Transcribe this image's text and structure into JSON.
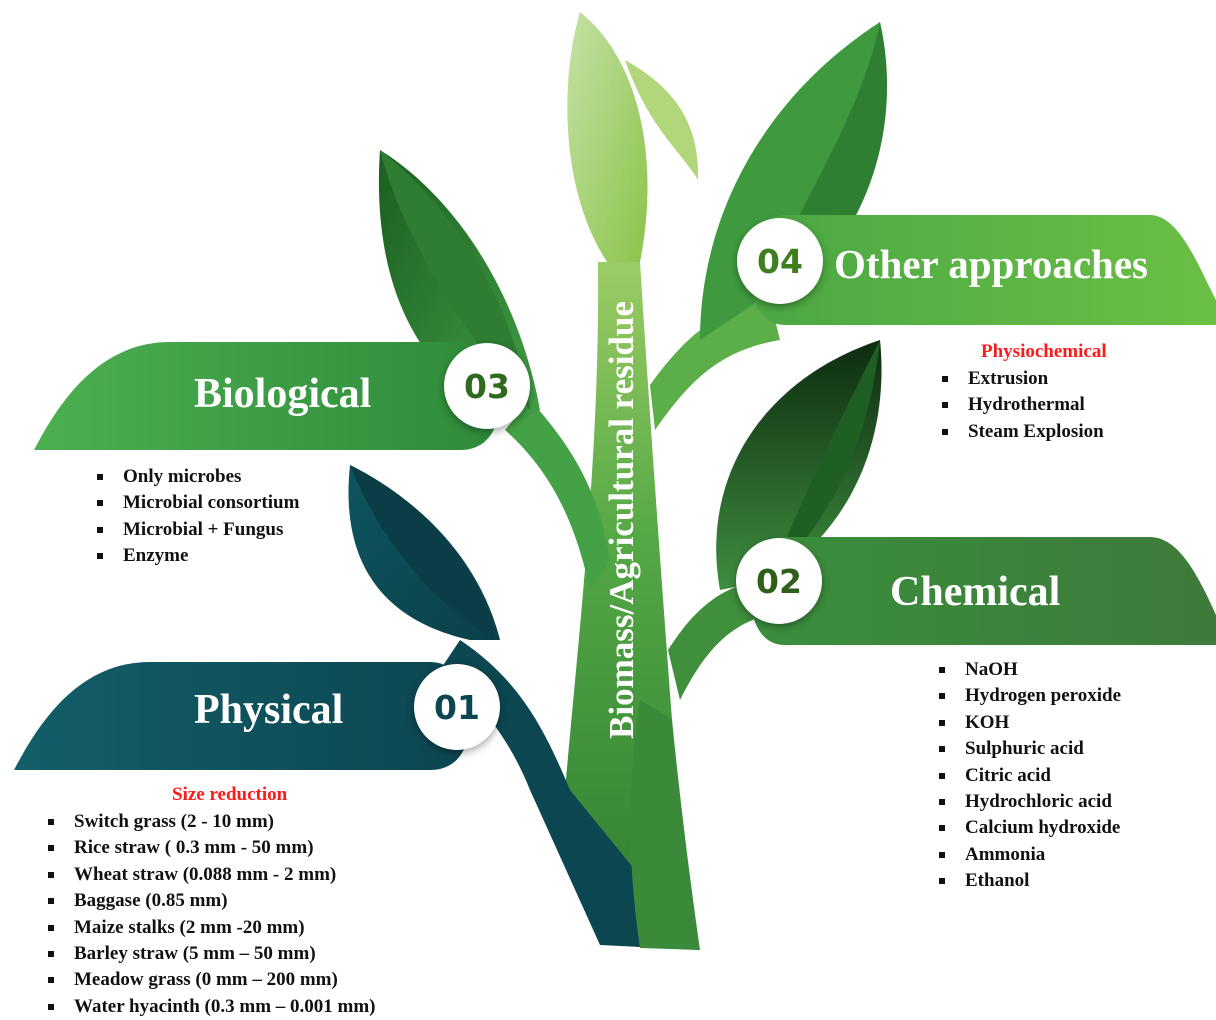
{
  "trunk_label": "Biomass/Agricultural residue",
  "panels": {
    "physical": {
      "number": "01",
      "title": "Physical",
      "heading": "Size reduction",
      "items": [
        "Switch grass (2 - 10 mm)",
        "Rice straw ( 0.3 mm - 50 mm)",
        "Wheat straw (0.088 mm - 2 mm)",
        "Baggase (0.85 mm)",
        "Maize stalks (2 mm -20 mm)",
        "Barley straw (5 mm – 50 mm)",
        "Meadow grass (0 mm – 200 mm)",
        "Water hyacinth (0.3 mm – 0.001 mm)"
      ]
    },
    "chemical": {
      "number": "02",
      "title": "Chemical",
      "items": [
        "NaOH",
        "Hydrogen peroxide",
        "KOH",
        "Sulphuric acid",
        "Citric acid",
        "Hydrochloric acid",
        "Calcium hydroxide",
        "Ammonia",
        "Ethanol"
      ]
    },
    "biological": {
      "number": "03",
      "title": "Biological",
      "items": [
        "Only microbes",
        "Microbial consortium",
        "Microbial + Fungus",
        "Enzyme"
      ]
    },
    "other": {
      "number": "04",
      "title": "Other approaches",
      "heading": "Physiochemical",
      "items": [
        "Extrusion",
        "Hydrothermal",
        "Steam Explosion"
      ]
    }
  },
  "colors": {
    "physical": "#0f4f5a",
    "chemical": "#3c8a3c",
    "biological": "#3d9a3d",
    "other": "#5bb043",
    "heading_red": "#ff1a1a"
  }
}
